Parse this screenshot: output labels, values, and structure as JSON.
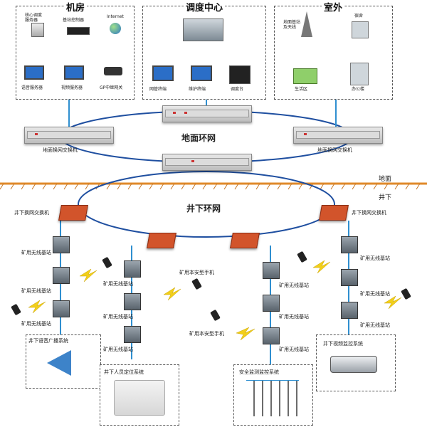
{
  "sections": {
    "machine_room": {
      "title": "机房",
      "top_items": [
        "核心调度\n服务器",
        "基站控制器",
        "Internet"
      ],
      "bottom_items": [
        "语音服务器",
        "视频服务器",
        "GP中继网关"
      ]
    },
    "dispatch": {
      "title": "调度中心",
      "bottom_items": [
        "网管终端",
        "维护终端",
        "调度台"
      ]
    },
    "outdoor": {
      "title": "室外",
      "top_items": [
        "地面基站\n及天线",
        "宿舍"
      ],
      "bottom_items": [
        "生活区",
        "办公楼"
      ]
    }
  },
  "ground_ring": {
    "label": "地面环网",
    "left_switch": "地面换网交换机",
    "right_switch": "地面换网交换机"
  },
  "ground_label": "地面",
  "underground_label": "井下",
  "underground_ring": {
    "label": "井下环网",
    "left_switch": "井下换网交换机",
    "right_switch": "井下换网交换机"
  },
  "labels": {
    "base_station": "矿用无线基站",
    "handset": "矿用本安型手机"
  },
  "systems": {
    "broadcast": "井下语音广播系统",
    "positioning": "井下人员定位系统",
    "safety": "安全监测监控系统",
    "video": "井下视频监控系统"
  },
  "colors": {
    "link": "#2f8fd0",
    "ring": "#1f4fa0",
    "explosion_proof": "#d2542b",
    "ground": "#e08a2a",
    "bolt": "#f2cf1a"
  }
}
